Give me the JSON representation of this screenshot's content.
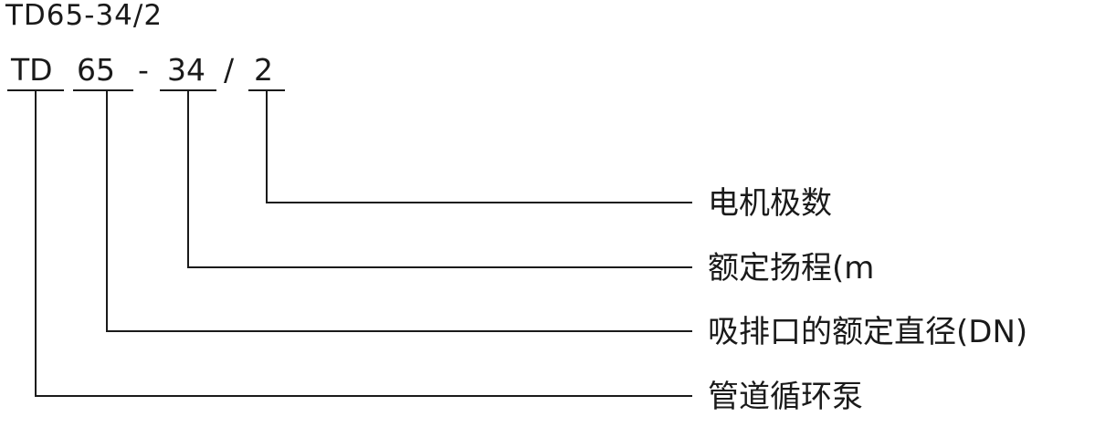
{
  "model": "TD65-34/2",
  "parts": {
    "prefix": "TD",
    "dn": "65",
    "head": "34",
    "poles": "2",
    "sep1": "-",
    "sep2": "/"
  },
  "labels": {
    "poles": "电机极数",
    "head": "额定扬程(m",
    "dn": "吸排口的额定直径(DN)",
    "type": "管道循环泵"
  },
  "colors": {
    "line": "#1a1a1a",
    "text": "#1a1a1a"
  }
}
